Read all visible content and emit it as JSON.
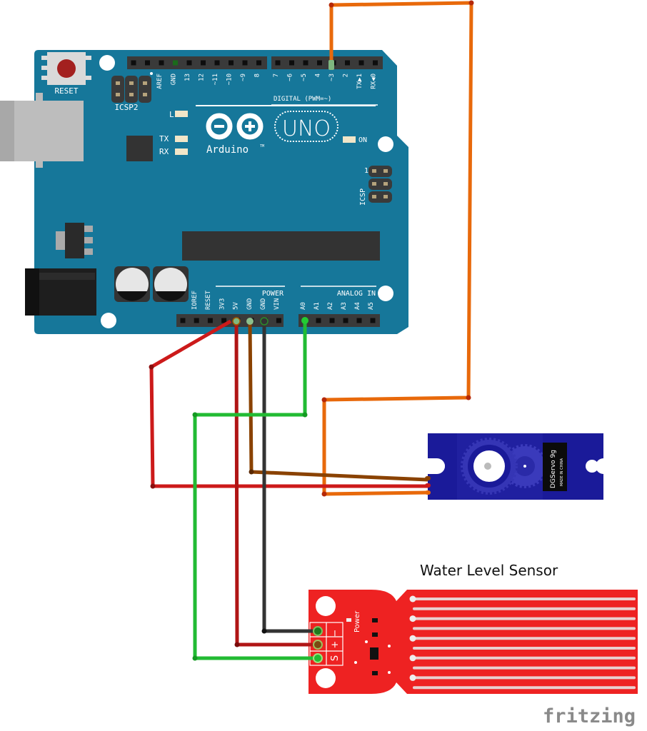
{
  "arduino": {
    "brand": "Arduino",
    "trademark": "TM",
    "model": "UNO",
    "reset_label": "RESET",
    "icsp2_label": "ICSP2",
    "icsp_label": "ICSP",
    "icsp_pin1": "1",
    "led_l": "L",
    "led_tx": "TX",
    "led_rx": "RX",
    "led_on": "ON",
    "digital_header_label": "DIGITAL (PWM=~)",
    "power_label": "POWER",
    "analog_label": "ANALOG IN",
    "digital_pins_left": [
      "AREF",
      "GND",
      "13",
      "12",
      "~11",
      "~10",
      "~9",
      "8"
    ],
    "digital_pins_right": [
      "7",
      "~6",
      "~5",
      "4",
      "~3",
      "2",
      "TX▶1",
      "RX◀0"
    ],
    "power_pins": [
      "IOREF",
      "RESET",
      "3V3",
      "5V",
      "GND",
      "GND",
      "VIN"
    ],
    "analog_pins": [
      "A0",
      "A1",
      "A2",
      "A3",
      "A4",
      "A5"
    ]
  },
  "servo": {
    "model": "DGServo 9g",
    "origin": "MADE IN CHINA"
  },
  "sensor": {
    "title": "Water Level Sensor",
    "power_label": "Power",
    "pins": [
      "−",
      "+",
      "S"
    ]
  },
  "wires": [
    {
      "name": "servo-signal",
      "color": "#e8690b",
      "from": "D3",
      "to": "servo-signal"
    },
    {
      "name": "servo-power",
      "color": "#cc1a1a",
      "from": "5V",
      "to": "servo-power"
    },
    {
      "name": "servo-ground",
      "color": "#8a4200",
      "from": "GND",
      "to": "servo-ground"
    },
    {
      "name": "sensor-ground",
      "color": "#333333",
      "from": "GND",
      "to": "sensor-minus"
    },
    {
      "name": "sensor-power",
      "color": "#b01515",
      "from": "5V",
      "to": "sensor-plus"
    },
    {
      "name": "sensor-signal",
      "color": "#22bb33",
      "from": "A0",
      "to": "sensor-S"
    }
  ],
  "colors": {
    "board": "#16779a",
    "header": "#3a3a3a",
    "servo": "#1f1f99",
    "sensor": "#ee2222"
  },
  "watermark": "fritzing"
}
